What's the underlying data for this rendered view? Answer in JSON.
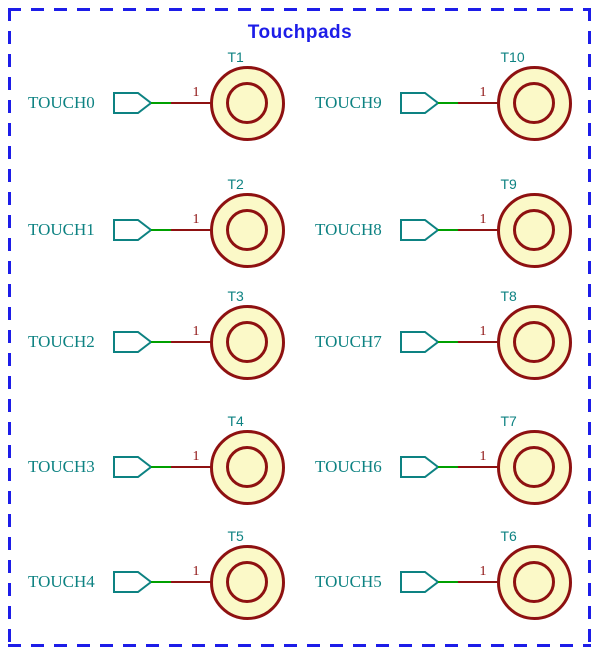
{
  "title": "Touchpads",
  "colors": {
    "blue": "#1d1de8",
    "teal": "#0d8282",
    "maroon": "#8e1111",
    "green": "#00a000",
    "pad_fill": "#fbf9c8"
  },
  "touchpads": [
    {
      "net": "TOUCH0",
      "pad": "T1",
      "pin": "1",
      "col": "left",
      "row": 0
    },
    {
      "net": "TOUCH1",
      "pad": "T2",
      "pin": "1",
      "col": "left",
      "row": 1
    },
    {
      "net": "TOUCH2",
      "pad": "T3",
      "pin": "1",
      "col": "left",
      "row": 2
    },
    {
      "net": "TOUCH3",
      "pad": "T4",
      "pin": "1",
      "col": "left",
      "row": 3
    },
    {
      "net": "TOUCH4",
      "pad": "T5",
      "pin": "1",
      "col": "left",
      "row": 4
    },
    {
      "net": "TOUCH9",
      "pad": "T10",
      "pin": "1",
      "col": "right",
      "row": 0
    },
    {
      "net": "TOUCH8",
      "pad": "T9",
      "pin": "1",
      "col": "right",
      "row": 1
    },
    {
      "net": "TOUCH7",
      "pad": "T8",
      "pin": "1",
      "col": "right",
      "row": 2
    },
    {
      "net": "TOUCH6",
      "pad": "T7",
      "pin": "1",
      "col": "right",
      "row": 3
    },
    {
      "net": "TOUCH5",
      "pad": "T6",
      "pin": "1",
      "col": "right",
      "row": 4
    }
  ]
}
